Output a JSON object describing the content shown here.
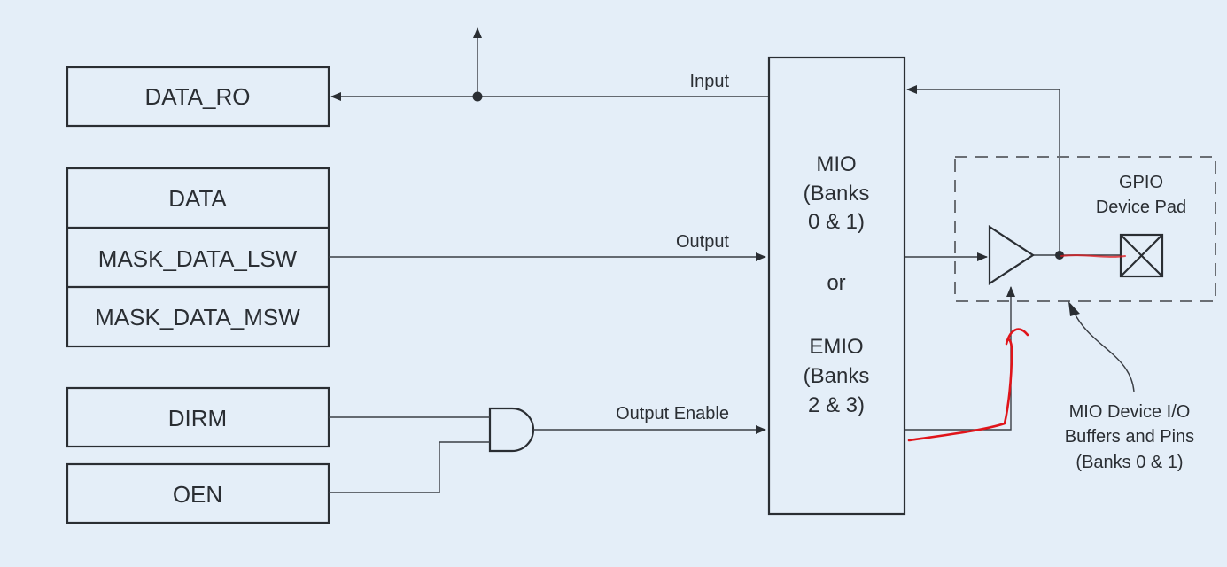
{
  "registers": {
    "data_ro": "DATA_RO",
    "data": "DATA",
    "mask_lsw": "MASK_DATA_LSW",
    "mask_msw": "MASK_DATA_MSW",
    "dirm": "DIRM",
    "oen": "OEN"
  },
  "signals": {
    "input": "Input",
    "output": "Output",
    "output_enable": "Output Enable"
  },
  "mio_block": {
    "line1": "MIO",
    "line2": "(Banks",
    "line3": "0 & 1)",
    "line4": "or",
    "line5": "EMIO",
    "line6": "(Banks",
    "line7": "2 & 3)"
  },
  "gpio_pad": {
    "line1": "GPIO",
    "line2": "Device Pad"
  },
  "callout": {
    "line1": "MIO Device I/O",
    "line2": "Buffers and Pins",
    "line3": "(Banks 0 & 1)"
  },
  "colors": {
    "annotation": "#e0141a",
    "line": "#2a2e33",
    "background": "#e4eef8"
  }
}
